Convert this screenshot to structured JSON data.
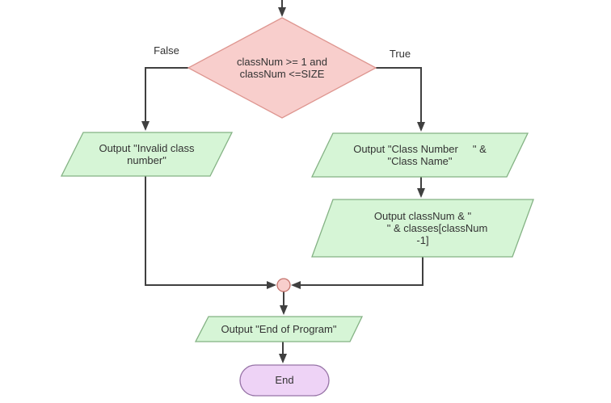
{
  "flowchart": {
    "title": "class lookup flowchart (decision branch to end)",
    "nodes": {
      "decision": {
        "type": "decision-diamond",
        "text": "classNum >= 1 and\nclassNum <=SIZE"
      },
      "output_invalid": {
        "type": "io-parallelogram",
        "text": "Output \"Invalid class\nnumber\""
      },
      "output_header": {
        "type": "io-parallelogram",
        "text": "Output \"Class Number     \" &\n\"Class Name\""
      },
      "output_classnum": {
        "type": "io-parallelogram",
        "text": "Output classNum & \"\n          \" & classes[classNum\n-1]"
      },
      "junction": {
        "type": "connector-circle",
        "text": ""
      },
      "output_end": {
        "type": "io-parallelogram",
        "text": "Output \"End of Program\""
      },
      "end": {
        "type": "terminator",
        "text": "End"
      }
    },
    "edge_labels": {
      "false_label": "False",
      "true_label": "True"
    },
    "edges": [
      {
        "from": "entry",
        "to": "decision"
      },
      {
        "from": "decision",
        "to": "output_invalid",
        "label": "False"
      },
      {
        "from": "decision",
        "to": "output_header",
        "label": "True"
      },
      {
        "from": "output_header",
        "to": "output_classnum"
      },
      {
        "from": "output_invalid",
        "to": "junction"
      },
      {
        "from": "output_classnum",
        "to": "junction"
      },
      {
        "from": "junction",
        "to": "output_end"
      },
      {
        "from": "output_end",
        "to": "end"
      }
    ],
    "colors": {
      "background": "#ffffff",
      "edge_line": "#404040",
      "text": "#333333",
      "decision_fill": "#f8cecc",
      "decision_stroke": "#de9690",
      "io_fill": "#d6f5d6",
      "io_stroke": "#84b284",
      "junction_fill": "#f8cecc",
      "junction_stroke": "#c4736c",
      "terminator_fill": "#eed3f6",
      "terminator_stroke": "#9673a6"
    }
  }
}
